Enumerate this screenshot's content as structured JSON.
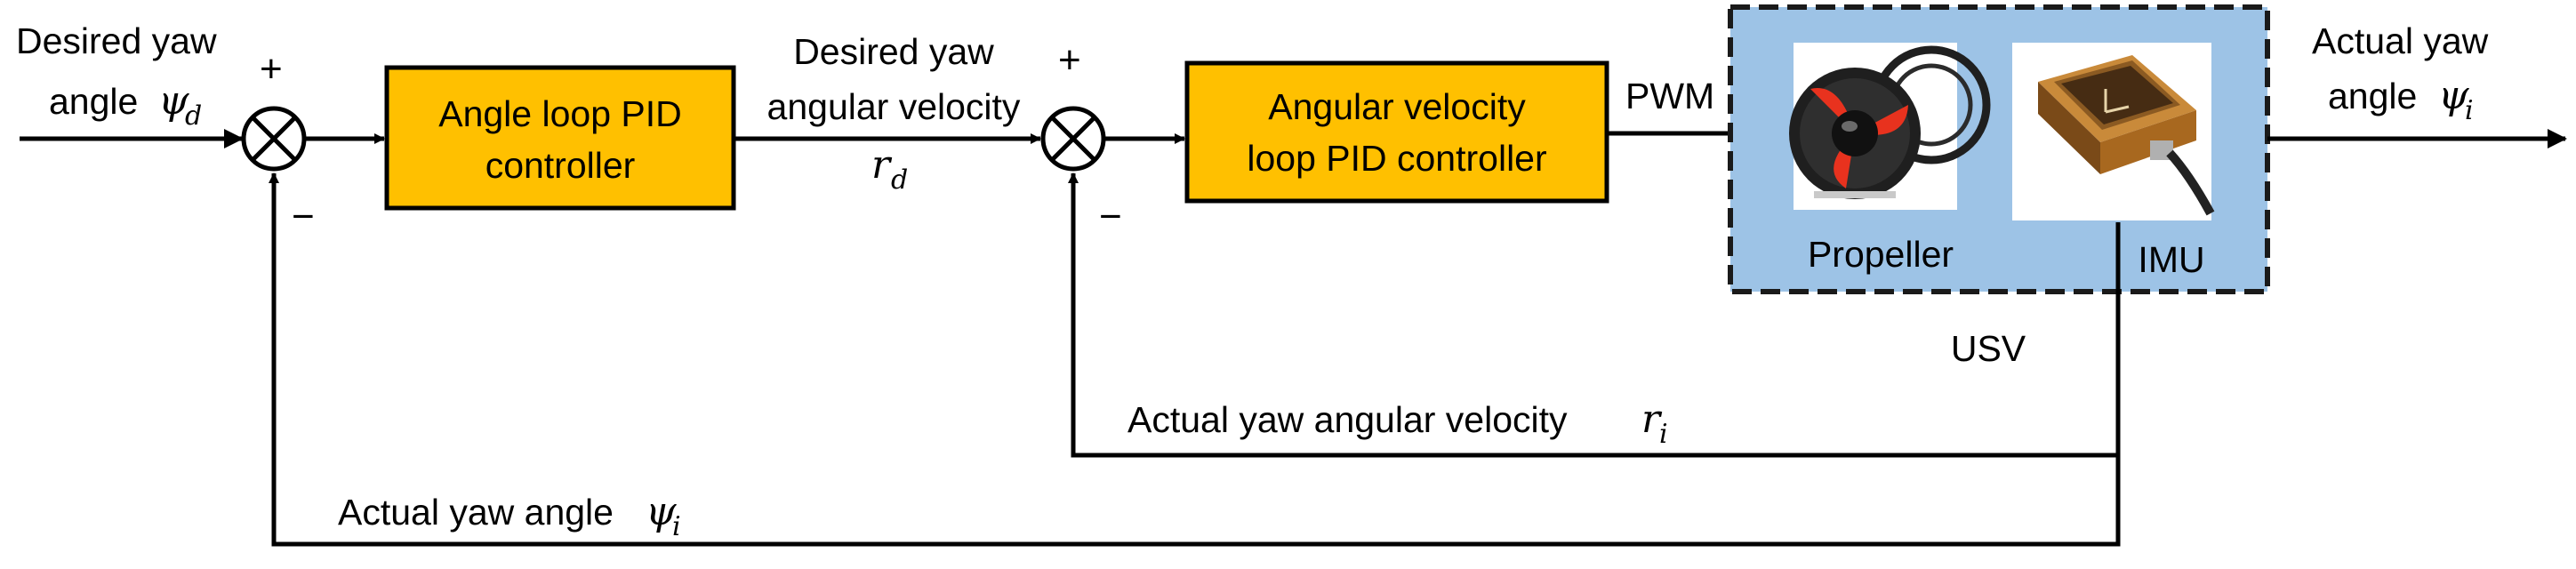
{
  "inputs": {
    "desired_angle_line1": "Desired yaw",
    "desired_angle_word": "angle",
    "psi": "ψ",
    "d": "d"
  },
  "blocks": {
    "angle_pid_line1": "Angle loop PID",
    "angle_pid_line2": "controller",
    "velocity_pid_line1": "Angular velocity",
    "velocity_pid_line2": "loop PID controller"
  },
  "signals": {
    "desired_rate_line1": "Desired yaw",
    "desired_rate_line2": "angular velocity",
    "r": "r",
    "pwm": "PWM"
  },
  "usv": {
    "label": "USV",
    "propeller_label": "Propeller",
    "imu_label": "IMU"
  },
  "outputs": {
    "actual_angle_line1": "Actual yaw",
    "actual_angle_word": "angle",
    "i": "i"
  },
  "feedback": {
    "rate_label": "Actual yaw angular velocity",
    "angle_label": "Actual yaw angle"
  },
  "summing": {
    "plus": "+",
    "minus": "−"
  },
  "colors": {
    "block_fill": "#ffc000",
    "usv_fill": "#9dc3e6",
    "line": "#000000"
  }
}
